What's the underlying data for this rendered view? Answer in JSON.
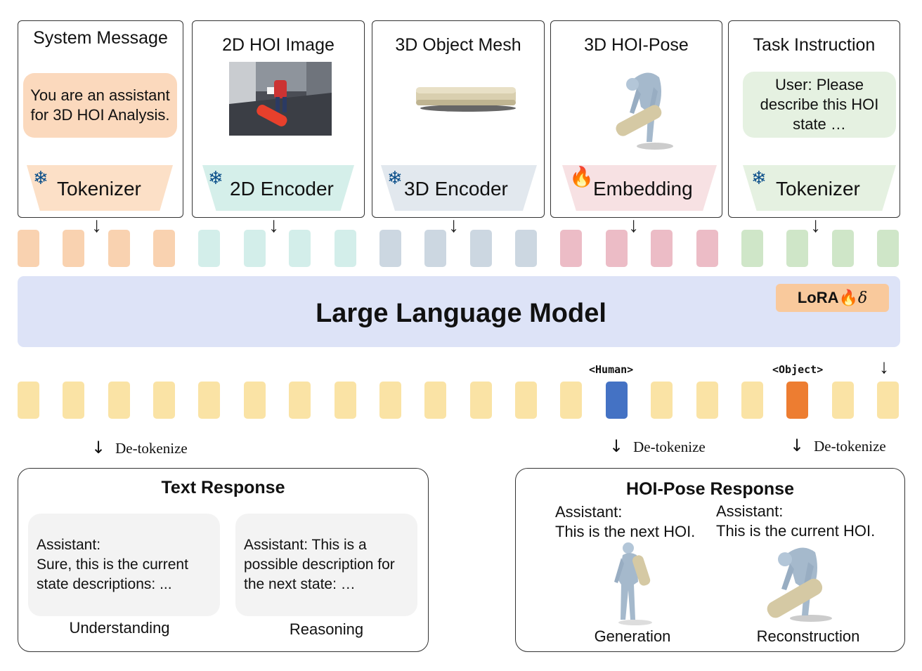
{
  "inputs": {
    "system": {
      "title": "System Message",
      "text": "You are an assistant for 3D HOI Analysis.",
      "module": "Tokenizer",
      "module_state": "frozen",
      "color": "#fbd9bd"
    },
    "image": {
      "title": "2D HOI Image",
      "module": "2D Encoder",
      "module_state": "frozen",
      "color": "#d5efea"
    },
    "mesh": {
      "title": "3D Object Mesh",
      "module": "3D Encoder",
      "module_state": "frozen",
      "color": "#e2e8ee"
    },
    "pose": {
      "title": "3D HOI-Pose",
      "module": "Embedding",
      "module_state": "trainable",
      "color": "#f7e1e3"
    },
    "task": {
      "title": "Task Instruction",
      "text": "User: Please describe this HOI state …",
      "module": "Tokenizer",
      "module_state": "frozen",
      "color": "#e5f1e1"
    }
  },
  "input_tokens": {
    "colors": [
      "#f9d2b0",
      "#d3eeea",
      "#ccd7e1",
      "#ecbcc6",
      "#cfe6c8"
    ],
    "groups": 5,
    "per_group": 4
  },
  "llm": {
    "title": "Large Language Model",
    "lora_label": "LoRA",
    "delta": "δ"
  },
  "output_tokens": {
    "count": 20,
    "default_color": "#fae3a5",
    "human_index": 13,
    "human_color": "#4472c4",
    "human_label": "<Human>",
    "object_index": 17,
    "object_color": "#ed7d31",
    "object_label": "<Object>"
  },
  "detokenize_label": "De-tokenize",
  "text_response": {
    "title": "Text Response",
    "understanding_text_1": "Assistant:",
    "understanding_text_2": "Sure, this is the current state descriptions: ...",
    "understanding_caption": "Understanding",
    "reasoning_text": "Assistant: This is a possible description for the next state: …",
    "reasoning_caption": "Reasoning"
  },
  "pose_response": {
    "title": "HOI-Pose Response",
    "gen_line1": "Assistant:",
    "gen_line2": "This is the next HOI.",
    "gen_caption": "Generation",
    "rec_line1": "Assistant:",
    "rec_line2": "This is the current HOI.",
    "rec_caption": "Reconstruction"
  },
  "icons": {
    "frozen": "snowflake-icon",
    "trainable": "fire-icon"
  }
}
